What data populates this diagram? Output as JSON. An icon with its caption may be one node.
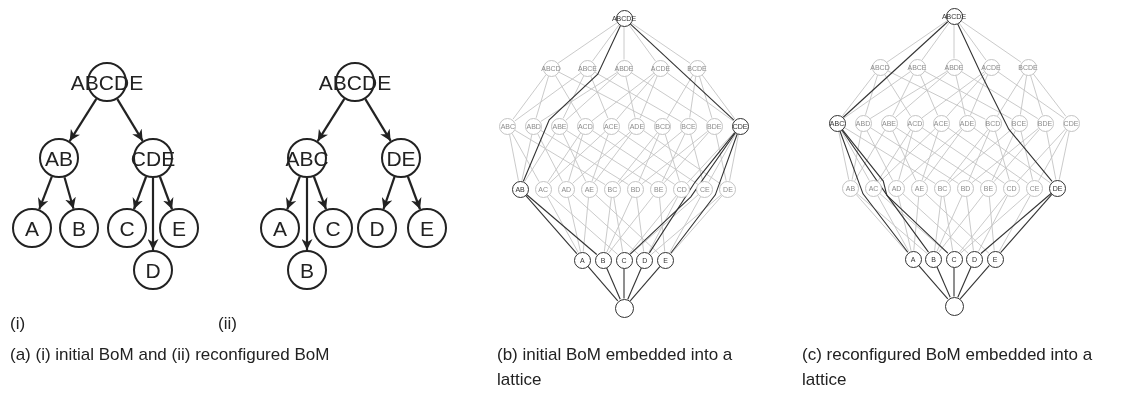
{
  "diagram": {
    "nodes": [
      {
        "text": [
          "ABCDE"
        ]
      },
      {
        "text": [
          "AB"
        ]
      },
      {
        "text": [
          "CDE"
        ]
      },
      {
        "text": [
          "A"
        ]
      },
      {
        "text": [
          "B"
        ]
      },
      {
        "text": [
          "C"
        ]
      },
      {
        "text": [
          "E"
        ]
      },
      {
        "text": [
          "D"
        ]
      },
      {
        "text": [
          "ABCDE"
        ]
      },
      {
        "text": [
          "ABC"
        ]
      },
      {
        "text": [
          "DE"
        ]
      },
      {
        "text": [
          "A"
        ]
      },
      {
        "text": [
          "C"
        ]
      },
      {
        "text": [
          "D"
        ]
      },
      {
        "text": [
          "E"
        ]
      },
      {
        "text": [
          "B"
        ]
      },
      {
        "text": [
          "ABCDE"
        ]
      },
      {
        "text": [
          "ABCD"
        ]
      },
      {
        "text": [
          "ABCE"
        ]
      },
      {
        "text": [
          "ABDE"
        ]
      },
      {
        "text": [
          "ACDE"
        ]
      },
      {
        "text": [
          "BCDE"
        ]
      },
      {
        "text": [
          "ABC"
        ]
      },
      {
        "text": [
          "ABD"
        ]
      },
      {
        "text": [
          "ABE"
        ]
      },
      {
        "text": [
          "ACD"
        ]
      },
      {
        "text": [
          "ACE"
        ]
      },
      {
        "text": [
          "ADE"
        ]
      },
      {
        "text": [
          "BCD"
        ]
      },
      {
        "text": [
          "BCE"
        ]
      },
      {
        "text": [
          "BDE"
        ]
      },
      {
        "text": [
          "CDE"
        ]
      },
      {
        "text": [
          "AB"
        ]
      },
      {
        "text": [
          "AC"
        ]
      },
      {
        "text": [
          "AD"
        ]
      },
      {
        "text": [
          "AE"
        ]
      },
      {
        "text": [
          "BC"
        ]
      },
      {
        "text": [
          "BD"
        ]
      },
      {
        "text": [
          "BE"
        ]
      },
      {
        "text": [
          "CD"
        ]
      },
      {
        "text": [
          "CE"
        ]
      },
      {
        "text": [
          "DE"
        ]
      },
      {
        "text": [
          "A"
        ]
      },
      {
        "text": [
          "B"
        ]
      },
      {
        "text": [
          "C"
        ]
      },
      {
        "text": [
          "D"
        ]
      },
      {
        "text": [
          "E"
        ]
      },
      {
        "text": [],
        "shape": "circle"
      },
      {
        "text": [
          "ABCDE"
        ]
      },
      {
        "text": [
          "ABCD"
        ]
      },
      {
        "text": [
          "ABCE"
        ]
      },
      {
        "text": [
          "ABDE"
        ]
      },
      {
        "text": [
          "ACDE"
        ]
      },
      {
        "text": [
          "BCDE"
        ]
      },
      {
        "text": [
          "ABC"
        ]
      },
      {
        "text": [
          "ABD"
        ]
      },
      {
        "text": [
          "ABE"
        ]
      },
      {
        "text": [
          "ACD"
        ]
      },
      {
        "text": [
          "ACE"
        ]
      },
      {
        "text": [
          "ADE"
        ]
      },
      {
        "text": [
          "BCD"
        ]
      },
      {
        "text": [
          "BCE"
        ]
      },
      {
        "text": [
          "BDE"
        ]
      },
      {
        "text": [
          "CDE"
        ]
      },
      {
        "text": [
          "AB"
        ]
      },
      {
        "text": [
          "AC"
        ]
      },
      {
        "text": [
          "AD"
        ]
      },
      {
        "text": [
          "AE"
        ]
      },
      {
        "text": [
          "BC"
        ]
      },
      {
        "text": [
          "BD"
        ]
      },
      {
        "text": [
          "BE"
        ]
      },
      {
        "text": [
          "CD"
        ]
      },
      {
        "text": [
          "CE"
        ]
      },
      {
        "text": [
          "DE"
        ]
      },
      {
        "text": [
          "A"
        ]
      },
      {
        "text": [
          "B"
        ]
      },
      {
        "text": [
          "C"
        ]
      },
      {
        "text": [
          "D"
        ]
      },
      {
        "text": [
          "E"
        ]
      },
      {
        "text": [],
        "shape": "circle"
      }
    ],
    "edges": [
      {
        "from": 0,
        "to": 1,
        "arrow": "to",
        "color": "#222222"
      },
      {
        "from": 0,
        "to": 2,
        "arrow": "to",
        "color": "#222222"
      },
      {
        "from": 1,
        "to": 3,
        "arrow": "to",
        "color": "#222222"
      },
      {
        "from": 1,
        "to": 4,
        "arrow": "to",
        "color": "#222222"
      },
      {
        "from": 2,
        "to": 5,
        "arrow": "to",
        "color": "#222222"
      },
      {
        "from": 2,
        "to": 7,
        "arrow": "to",
        "color": "#222222"
      },
      {
        "from": 2,
        "to": 6,
        "arrow": "to",
        "color": "#222222"
      },
      {
        "from": 8,
        "to": 9,
        "arrow": "to",
        "color": "#222222"
      },
      {
        "from": 8,
        "to": 10,
        "arrow": "to",
        "color": "#222222"
      },
      {
        "from": 9,
        "to": 11,
        "arrow": "to",
        "color": "#222222"
      },
      {
        "from": 9,
        "to": 15,
        "arrow": "to",
        "color": "#222222"
      },
      {
        "from": 9,
        "to": 12,
        "arrow": "to",
        "color": "#222222"
      },
      {
        "from": 10,
        "to": 13,
        "arrow": "to",
        "color": "#222222"
      },
      {
        "from": 10,
        "to": 14,
        "arrow": "to",
        "color": "#222222"
      },
      {
        "from": 16,
        "to": 17,
        "arrow": "none"
      },
      {
        "from": 16,
        "to": 18,
        "arrow": "none"
      },
      {
        "from": 16,
        "to": 19,
        "arrow": "none"
      },
      {
        "from": 16,
        "to": 20,
        "arrow": "none"
      },
      {
        "from": 16,
        "to": 21,
        "arrow": "none"
      },
      {
        "from": 17,
        "to": 22,
        "arrow": "none"
      },
      {
        "from": 17,
        "to": 23,
        "arrow": "none"
      },
      {
        "from": 17,
        "to": 25,
        "arrow": "none"
      },
      {
        "from": 17,
        "to": 28,
        "arrow": "none"
      },
      {
        "from": 18,
        "to": 22,
        "arrow": "none"
      },
      {
        "from": 18,
        "to": 24,
        "arrow": "none"
      },
      {
        "from": 18,
        "to": 26,
        "arrow": "none"
      },
      {
        "from": 18,
        "to": 29,
        "arrow": "none"
      },
      {
        "from": 19,
        "to": 23,
        "arrow": "none"
      },
      {
        "from": 19,
        "to": 24,
        "arrow": "none"
      },
      {
        "from": 19,
        "to": 27,
        "arrow": "none"
      },
      {
        "from": 19,
        "to": 30,
        "arrow": "none"
      },
      {
        "from": 20,
        "to": 25,
        "arrow": "none"
      },
      {
        "from": 20,
        "to": 26,
        "arrow": "none"
      },
      {
        "from": 20,
        "to": 27,
        "arrow": "none"
      },
      {
        "from": 20,
        "to": 31,
        "arrow": "none"
      },
      {
        "from": 21,
        "to": 28,
        "arrow": "none"
      },
      {
        "from": 21,
        "to": 29,
        "arrow": "none"
      },
      {
        "from": 21,
        "to": 30,
        "arrow": "none"
      },
      {
        "from": 21,
        "to": 31,
        "arrow": "none"
      },
      {
        "from": 22,
        "to": 32,
        "arrow": "none"
      },
      {
        "from": 22,
        "to": 33,
        "arrow": "none"
      },
      {
        "from": 22,
        "to": 36,
        "arrow": "none"
      },
      {
        "from": 23,
        "to": 32,
        "arrow": "none"
      },
      {
        "from": 23,
        "to": 34,
        "arrow": "none"
      },
      {
        "from": 23,
        "to": 37,
        "arrow": "none"
      },
      {
        "from": 24,
        "to": 32,
        "arrow": "none"
      },
      {
        "from": 24,
        "to": 35,
        "arrow": "none"
      },
      {
        "from": 24,
        "to": 38,
        "arrow": "none"
      },
      {
        "from": 25,
        "to": 33,
        "arrow": "none"
      },
      {
        "from": 25,
        "to": 34,
        "arrow": "none"
      },
      {
        "from": 25,
        "to": 39,
        "arrow": "none"
      },
      {
        "from": 26,
        "to": 33,
        "arrow": "none"
      },
      {
        "from": 26,
        "to": 35,
        "arrow": "none"
      },
      {
        "from": 26,
        "to": 40,
        "arrow": "none"
      },
      {
        "from": 27,
        "to": 34,
        "arrow": "none"
      },
      {
        "from": 27,
        "to": 35,
        "arrow": "none"
      },
      {
        "from": 27,
        "to": 41,
        "arrow": "none"
      },
      {
        "from": 28,
        "to": 36,
        "arrow": "none"
      },
      {
        "from": 28,
        "to": 37,
        "arrow": "none"
      },
      {
        "from": 28,
        "to": 39,
        "arrow": "none"
      },
      {
        "from": 29,
        "to": 36,
        "arrow": "none"
      },
      {
        "from": 29,
        "to": 38,
        "arrow": "none"
      },
      {
        "from": 29,
        "to": 40,
        "arrow": "none"
      },
      {
        "from": 30,
        "to": 37,
        "arrow": "none"
      },
      {
        "from": 30,
        "to": 38,
        "arrow": "none"
      },
      {
        "from": 30,
        "to": 41,
        "arrow": "none"
      },
      {
        "from": 31,
        "to": 39,
        "arrow": "none"
      },
      {
        "from": 31,
        "to": 40,
        "arrow": "none"
      },
      {
        "from": 31,
        "to": 41,
        "arrow": "none"
      },
      {
        "from": 32,
        "to": 42,
        "arrow": "none",
        "color": "#333333"
      },
      {
        "from": 32,
        "to": 43,
        "arrow": "none",
        "color": "#333333"
      },
      {
        "from": 33,
        "to": 42,
        "arrow": "none"
      },
      {
        "from": 33,
        "to": 44,
        "arrow": "none"
      },
      {
        "from": 34,
        "to": 42,
        "arrow": "none"
      },
      {
        "from": 34,
        "to": 45,
        "arrow": "none"
      },
      {
        "from": 35,
        "to": 42,
        "arrow": "none"
      },
      {
        "from": 35,
        "to": 46,
        "arrow": "none"
      },
      {
        "from": 36,
        "to": 43,
        "arrow": "none"
      },
      {
        "from": 36,
        "to": 44,
        "arrow": "none"
      },
      {
        "from": 37,
        "to": 43,
        "arrow": "none"
      },
      {
        "from": 37,
        "to": 45,
        "arrow": "none"
      },
      {
        "from": 38,
        "to": 43,
        "arrow": "none"
      },
      {
        "from": 38,
        "to": 46,
        "arrow": "none"
      },
      {
        "from": 39,
        "to": 44,
        "arrow": "none"
      },
      {
        "from": 39,
        "to": 45,
        "arrow": "none"
      },
      {
        "from": 40,
        "to": 44,
        "arrow": "none"
      },
      {
        "from": 40,
        "to": 46,
        "arrow": "none"
      },
      {
        "from": 41,
        "to": 45,
        "arrow": "none"
      },
      {
        "from": 41,
        "to": 46,
        "arrow": "none"
      },
      {
        "from": 42,
        "to": 47,
        "arrow": "none",
        "color": "#333333"
      },
      {
        "from": 43,
        "to": 47,
        "arrow": "none",
        "color": "#333333"
      },
      {
        "from": 44,
        "to": 47,
        "arrow": "none",
        "color": "#333333"
      },
      {
        "from": 45,
        "to": 47,
        "arrow": "none",
        "color": "#333333"
      },
      {
        "from": 46,
        "to": 47,
        "arrow": "none",
        "color": "#333333"
      },
      {
        "from": 16,
        "to": 32,
        "arrow": "none",
        "color": "#333333"
      },
      {
        "from": 16,
        "to": 31,
        "arrow": "none",
        "color": "#333333"
      },
      {
        "from": 31,
        "to": 44,
        "arrow": "none",
        "color": "#333333"
      },
      {
        "from": 31,
        "to": 45,
        "arrow": "none",
        "color": "#333333"
      },
      {
        "from": 31,
        "to": 46,
        "arrow": "none",
        "color": "#333333"
      },
      {
        "from": 48,
        "to": 49,
        "arrow": "none"
      },
      {
        "from": 48,
        "to": 50,
        "arrow": "none"
      },
      {
        "from": 48,
        "to": 51,
        "arrow": "none"
      },
      {
        "from": 48,
        "to": 52,
        "arrow": "none"
      },
      {
        "from": 48,
        "to": 53,
        "arrow": "none"
      },
      {
        "from": 49,
        "to": 54,
        "arrow": "none"
      },
      {
        "from": 49,
        "to": 55,
        "arrow": "none"
      },
      {
        "from": 49,
        "to": 57,
        "arrow": "none"
      },
      {
        "from": 49,
        "to": 60,
        "arrow": "none"
      },
      {
        "from": 50,
        "to": 54,
        "arrow": "none"
      },
      {
        "from": 50,
        "to": 56,
        "arrow": "none"
      },
      {
        "from": 50,
        "to": 58,
        "arrow": "none"
      },
      {
        "from": 50,
        "to": 61,
        "arrow": "none"
      },
      {
        "from": 51,
        "to": 55,
        "arrow": "none"
      },
      {
        "from": 51,
        "to": 56,
        "arrow": "none"
      },
      {
        "from": 51,
        "to": 59,
        "arrow": "none"
      },
      {
        "from": 51,
        "to": 62,
        "arrow": "none"
      },
      {
        "from": 52,
        "to": 57,
        "arrow": "none"
      },
      {
        "from": 52,
        "to": 58,
        "arrow": "none"
      },
      {
        "from": 52,
        "to": 59,
        "arrow": "none"
      },
      {
        "from": 52,
        "to": 63,
        "arrow": "none"
      },
      {
        "from": 53,
        "to": 60,
        "arrow": "none"
      },
      {
        "from": 53,
        "to": 61,
        "arrow": "none"
      },
      {
        "from": 53,
        "to": 62,
        "arrow": "none"
      },
      {
        "from": 53,
        "to": 63,
        "arrow": "none"
      },
      {
        "from": 54,
        "to": 64,
        "arrow": "none"
      },
      {
        "from": 54,
        "to": 65,
        "arrow": "none"
      },
      {
        "from": 54,
        "to": 68,
        "arrow": "none"
      },
      {
        "from": 55,
        "to": 64,
        "arrow": "none"
      },
      {
        "from": 55,
        "to": 66,
        "arrow": "none"
      },
      {
        "from": 55,
        "to": 69,
        "arrow": "none"
      },
      {
        "from": 56,
        "to": 64,
        "arrow": "none"
      },
      {
        "from": 56,
        "to": 67,
        "arrow": "none"
      },
      {
        "from": 56,
        "to": 70,
        "arrow": "none"
      },
      {
        "from": 57,
        "to": 65,
        "arrow": "none"
      },
      {
        "from": 57,
        "to": 66,
        "arrow": "none"
      },
      {
        "from": 57,
        "to": 71,
        "arrow": "none"
      },
      {
        "from": 58,
        "to": 65,
        "arrow": "none"
      },
      {
        "from": 58,
        "to": 67,
        "arrow": "none"
      },
      {
        "from": 58,
        "to": 72,
        "arrow": "none"
      },
      {
        "from": 59,
        "to": 66,
        "arrow": "none"
      },
      {
        "from": 59,
        "to": 67,
        "arrow": "none"
      },
      {
        "from": 59,
        "to": 73,
        "arrow": "none"
      },
      {
        "from": 60,
        "to": 68,
        "arrow": "none"
      },
      {
        "from": 60,
        "to": 69,
        "arrow": "none"
      },
      {
        "from": 60,
        "to": 71,
        "arrow": "none"
      },
      {
        "from": 61,
        "to": 68,
        "arrow": "none"
      },
      {
        "from": 61,
        "to": 70,
        "arrow": "none"
      },
      {
        "from": 61,
        "to": 72,
        "arrow": "none"
      },
      {
        "from": 62,
        "to": 69,
        "arrow": "none"
      },
      {
        "from": 62,
        "to": 70,
        "arrow": "none"
      },
      {
        "from": 62,
        "to": 73,
        "arrow": "none"
      },
      {
        "from": 63,
        "to": 71,
        "arrow": "none"
      },
      {
        "from": 63,
        "to": 72,
        "arrow": "none"
      },
      {
        "from": 63,
        "to": 73,
        "arrow": "none"
      },
      {
        "from": 64,
        "to": 74,
        "arrow": "none"
      },
      {
        "from": 64,
        "to": 75,
        "arrow": "none"
      },
      {
        "from": 65,
        "to": 74,
        "arrow": "none"
      },
      {
        "from": 65,
        "to": 76,
        "arrow": "none"
      },
      {
        "from": 66,
        "to": 74,
        "arrow": "none"
      },
      {
        "from": 66,
        "to": 77,
        "arrow": "none"
      },
      {
        "from": 67,
        "to": 74,
        "arrow": "none"
      },
      {
        "from": 67,
        "to": 78,
        "arrow": "none"
      },
      {
        "from": 68,
        "to": 75,
        "arrow": "none"
      },
      {
        "from": 68,
        "to": 76,
        "arrow": "none"
      },
      {
        "from": 69,
        "to": 75,
        "arrow": "none"
      },
      {
        "from": 69,
        "to": 77,
        "arrow": "none"
      },
      {
        "from": 70,
        "to": 75,
        "arrow": "none"
      },
      {
        "from": 70,
        "to": 78,
        "arrow": "none"
      },
      {
        "from": 71,
        "to": 76,
        "arrow": "none"
      },
      {
        "from": 71,
        "to": 77,
        "arrow": "none"
      },
      {
        "from": 72,
        "to": 76,
        "arrow": "none"
      },
      {
        "from": 72,
        "to": 78,
        "arrow": "none"
      },
      {
        "from": 73,
        "to": 77,
        "arrow": "none",
        "color": "#333333"
      },
      {
        "from": 73,
        "to": 78,
        "arrow": "none",
        "color": "#333333"
      },
      {
        "from": 74,
        "to": 79,
        "arrow": "none",
        "color": "#333333"
      },
      {
        "from": 75,
        "to": 79,
        "arrow": "none",
        "color": "#333333"
      },
      {
        "from": 76,
        "to": 79,
        "arrow": "none",
        "color": "#333333"
      },
      {
        "from": 77,
        "to": 79,
        "arrow": "none",
        "color": "#333333"
      },
      {
        "from": 78,
        "to": 79,
        "arrow": "none",
        "color": "#333333"
      },
      {
        "from": 48,
        "to": 54,
        "arrow": "none",
        "color": "#333333"
      },
      {
        "from": 48,
        "to": 73,
        "arrow": "none",
        "color": "#333333"
      },
      {
        "from": 54,
        "to": 74,
        "arrow": "none",
        "color": "#333333"
      },
      {
        "from": 54,
        "to": 75,
        "arrow": "none",
        "color": "#333333"
      },
      {
        "from": 54,
        "to": 76,
        "arrow": "none",
        "color": "#333333"
      }
    ],
    "labels": [
      "(i)",
      "(ii)",
      "(a) (i) initial BoM and (ii) reconfigured BoM",
      "(b) initial BoM embedded into a lattice",
      "(c) reconfigured BoM embedded into a lattice"
    ]
  }
}
